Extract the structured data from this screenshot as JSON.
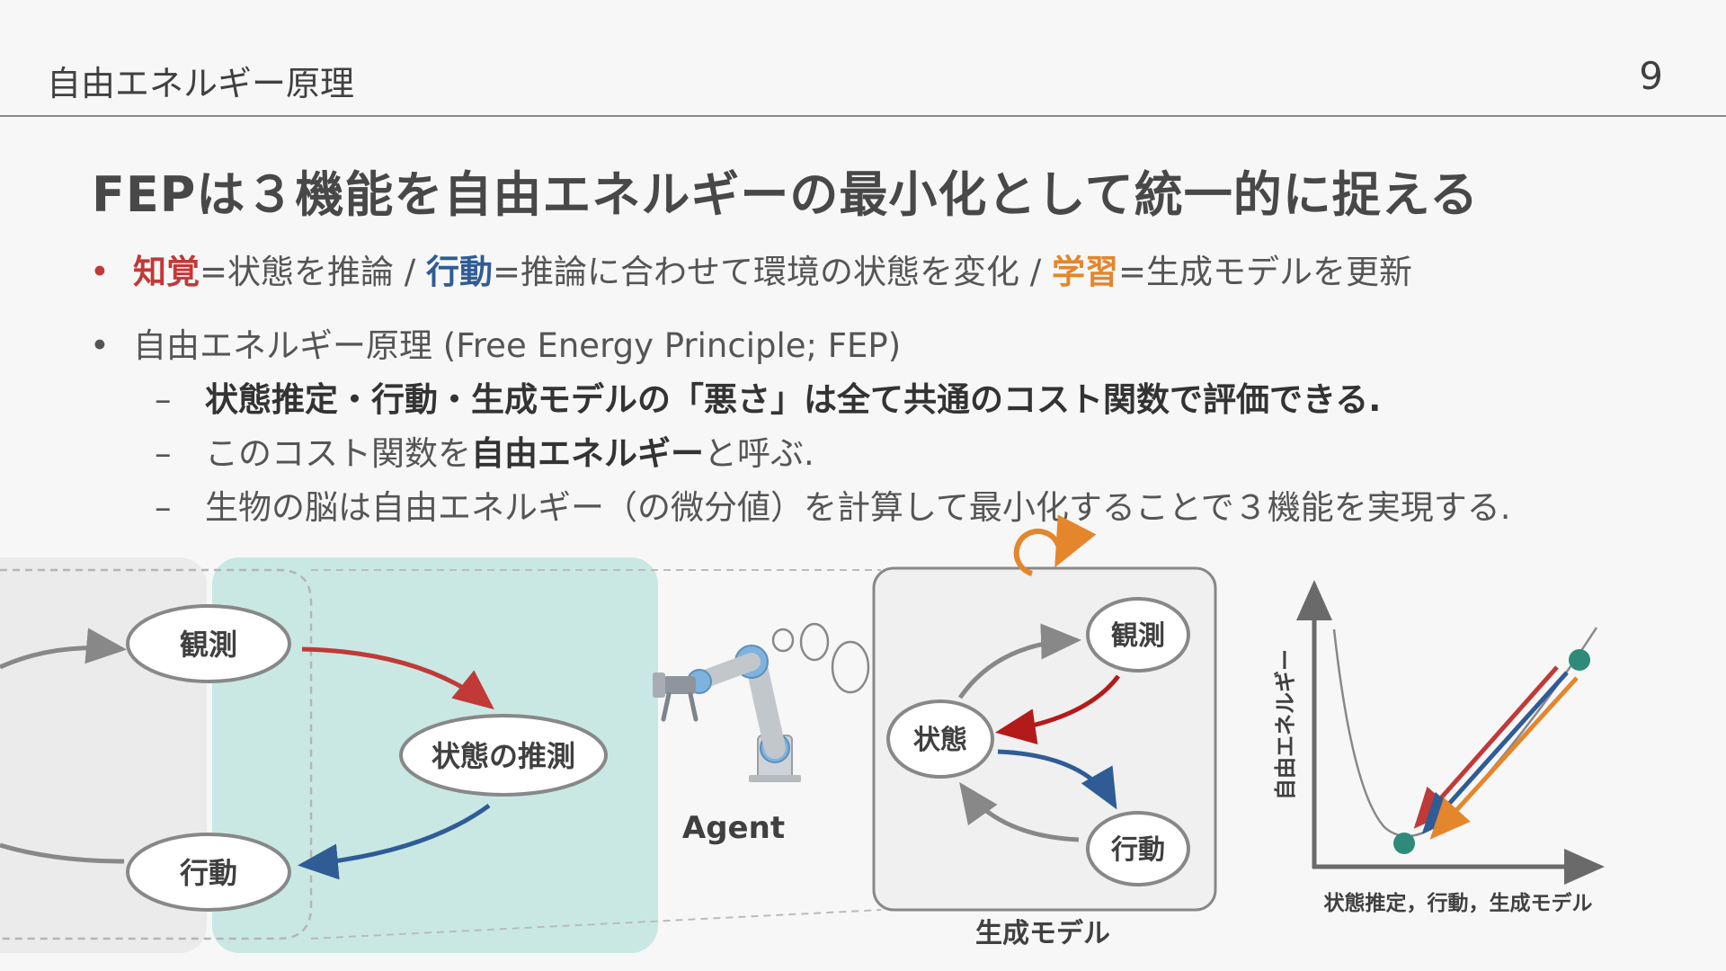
{
  "header": {
    "title": "自由エネルギー原理",
    "page_number": "9"
  },
  "slide": {
    "title": "FEPは３機能を自由エネルギーの最小化として統一的に捉える",
    "bullet1": {
      "perception": "知覚",
      "perception_def": "=状態を推論 / ",
      "action": "行動",
      "action_def": "=推論に合わせて環境の状態を変化 / ",
      "learning": "学習",
      "learning_def": "=生成モデルを更新"
    },
    "bullet2": {
      "text": "自由エネルギー原理 (Free Energy Principle; FEP)",
      "sub1": "状態推定・行動・生成モデルの「悪さ」は全て共通のコスト関数で評価できる.",
      "sub2_pre": "このコスト関数を",
      "sub2_bold": "自由エネルギー",
      "sub2_post": "と呼ぶ.",
      "sub3": "生物の脳は自由エネルギー（の微分値）を計算して最小化することで３機能を実現する."
    }
  },
  "diagram": {
    "left_nodes": {
      "observation": "観測",
      "state_inference": "状態の推測",
      "action": "行動"
    },
    "agent_label": "Agent",
    "generative_model": {
      "caption": "生成モデル",
      "observation": "観測",
      "state": "状態",
      "action": "行動"
    },
    "graph": {
      "ylabel": "自由エネルギー",
      "xlabel": "状態推定，行動，生成モデル"
    },
    "colors": {
      "perception": "#c03a38",
      "action": "#2f5c94",
      "learning": "#e4862c",
      "teal_panel": "#c9e8e3",
      "marker": "#2e8b7a"
    }
  }
}
